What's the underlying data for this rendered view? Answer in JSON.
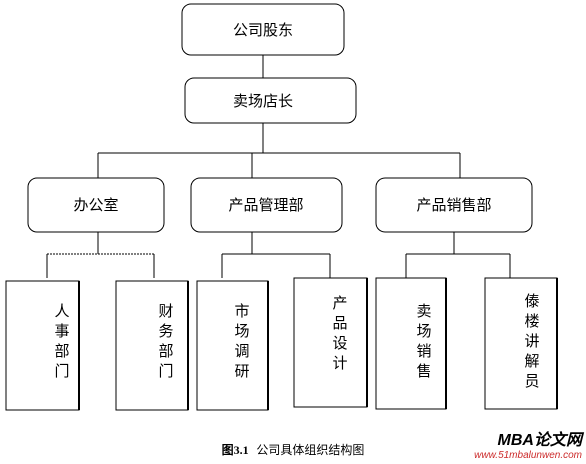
{
  "diagram": {
    "top": {
      "label": "公司股东"
    },
    "manager": {
      "label": "卖场店长"
    },
    "departments": [
      {
        "label": "办公室",
        "children": [
          "人事部门",
          "财务部门"
        ]
      },
      {
        "label": "产品管理部",
        "children": [
          "市场调研",
          "产品设计"
        ]
      },
      {
        "label": "产品销售部",
        "children": [
          "卖场销售",
          "傣楼讲解员"
        ]
      }
    ]
  },
  "caption": {
    "number": "图3.1",
    "text": "公司具体组织结构图"
  },
  "watermark": {
    "main": "MBA论文网",
    "url": "www.51mbalunwen.com"
  }
}
